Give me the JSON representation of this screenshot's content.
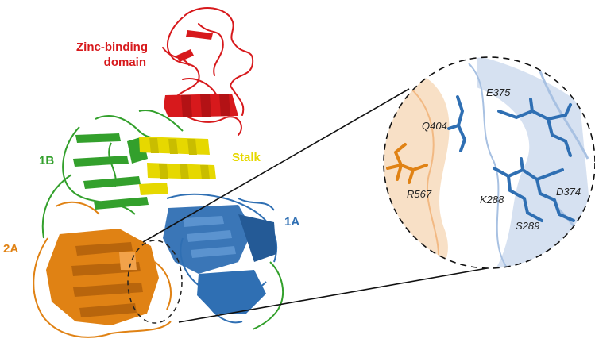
{
  "domains": [
    {
      "id": "zinc",
      "label_line1": "Zinc-binding",
      "label_line2": "domain",
      "color": "#d7191c"
    },
    {
      "id": "1b",
      "label": "1B",
      "color": "#33a02c"
    },
    {
      "id": "stalk",
      "label": "Stalk",
      "color": "#e6d800"
    },
    {
      "id": "1a",
      "label": "1A",
      "color": "#2f6fb3"
    },
    {
      "id": "2a",
      "label": "2A",
      "color": "#e08214"
    }
  ],
  "residues": [
    {
      "label": "E375",
      "color": "#2f6fb3"
    },
    {
      "label": "Q404",
      "color": "#2f6fb3"
    },
    {
      "label": "R567",
      "color": "#e08214"
    },
    {
      "label": "D374",
      "color": "#2f6fb3"
    },
    {
      "label": "K288",
      "color": "#2f6fb3"
    },
    {
      "label": "S289",
      "color": "#2f6fb3"
    }
  ],
  "inset": {
    "style": "dashed-circle",
    "content": "zoomed active site"
  }
}
